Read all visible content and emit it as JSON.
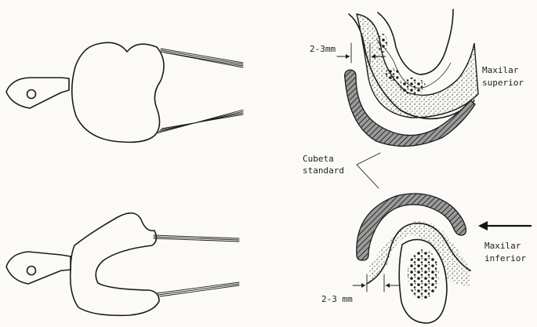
{
  "labels": {
    "gap_top": "2-3mm",
    "gap_bottom": "2-3 mm",
    "upper_jaw_line1": "Maxilar",
    "upper_jaw_line2": "superior",
    "tray_line1": "Cubeta",
    "tray_line2": "standard",
    "lower_jaw_line1": "Maxilar",
    "lower_jaw_line2": "inferior"
  }
}
